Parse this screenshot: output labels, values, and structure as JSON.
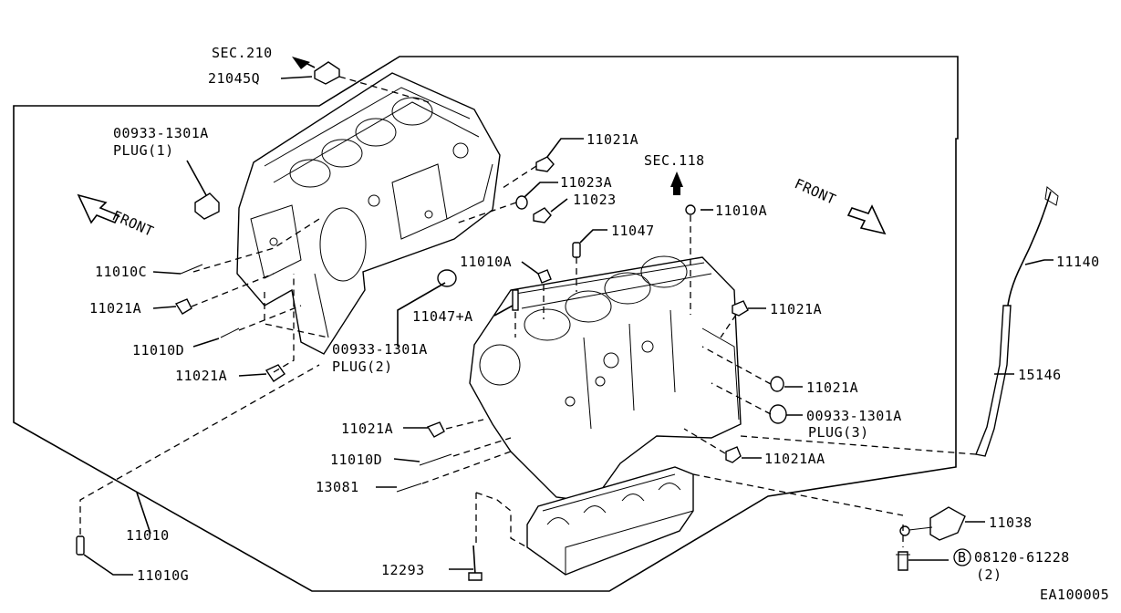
{
  "callouts": {
    "sec210": "SEC.210",
    "p21045q": "21045Q",
    "plug1_no": "00933-1301A",
    "plug1": "PLUG(1)",
    "front_left": "FRONT",
    "p11010c": "11010C",
    "p11021a_l1": "11021A",
    "p11010d_l": "11010D",
    "p11021a_l2": "11021A",
    "p11021a_top": "11021A",
    "p11023a": "11023A",
    "p11023": "11023",
    "p11047": "11047",
    "p11010a_mid": "11010A",
    "p11047a": "11047+A",
    "plug2_no": "00933-1301A",
    "plug2": "PLUG(2)",
    "sec118": "SEC.118",
    "p11010a_top": "11010A",
    "front_right": "FRONT",
    "p11140": "11140",
    "p11021a_r1": "11021A",
    "p11021a_r2": "11021A",
    "plug3_no": "00933-1301A",
    "plug3": "PLUG(3)",
    "p15146": "15146",
    "p11021a_r3": "11021A",
    "p11021aa": "11021AA",
    "p11010d_r": "11010D",
    "p13081": "13081",
    "p11010": "11010",
    "p11010g": "11010G",
    "p12293": "12293",
    "p11038": "11038",
    "bolt_circle": "B",
    "bolt_no": "08120-61228",
    "bolt_qty": "(2)",
    "ref": "EA100005"
  }
}
